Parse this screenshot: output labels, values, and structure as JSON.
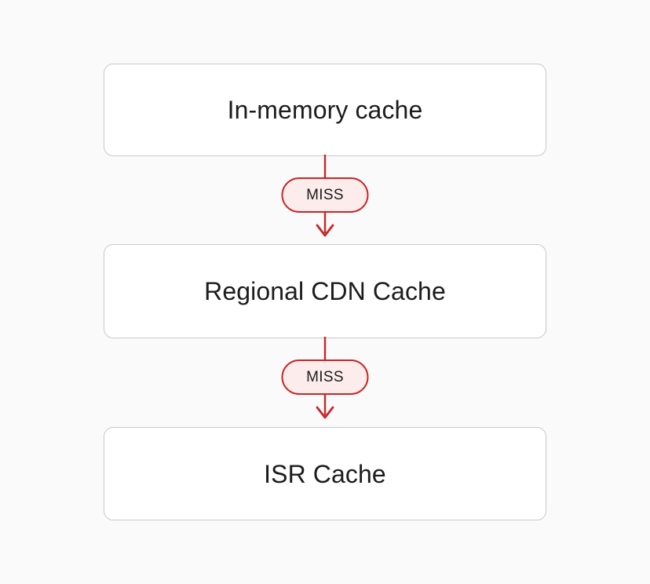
{
  "diagram": {
    "type": "flowchart",
    "orientation": "vertical",
    "background_color": "#fafafa",
    "nodes": [
      {
        "id": "in-memory-cache",
        "label": "In-memory cache",
        "fill_color": "#ffffff",
        "border_color": "#c9c9c9",
        "text_color": "#1c1c1c"
      },
      {
        "id": "regional-cdn-cache",
        "label": "Regional CDN Cache",
        "fill_color": "#ffffff",
        "border_color": "#c9c9c9",
        "text_color": "#1c1c1c"
      },
      {
        "id": "isr-cache",
        "label": "ISR Cache",
        "fill_color": "#ffffff",
        "border_color": "#c9c9c9",
        "text_color": "#1c1c1c"
      }
    ],
    "edges": [
      {
        "id": "edge-in-memory-to-cdn",
        "from": "in-memory-cache",
        "to": "regional-cdn-cache",
        "label": "MISS",
        "line_color": "#c62828",
        "badge_fill_color": "#fcecec",
        "badge_border_color": "#c62828",
        "badge_text_color": "#1c1c1c",
        "arrowhead": "chevron-arrow-icon"
      },
      {
        "id": "edge-cdn-to-isr",
        "from": "regional-cdn-cache",
        "to": "isr-cache",
        "label": "MISS",
        "line_color": "#c62828",
        "badge_fill_color": "#fcecec",
        "badge_border_color": "#c62828",
        "badge_text_color": "#1c1c1c",
        "arrowhead": "chevron-arrow-icon"
      }
    ]
  }
}
